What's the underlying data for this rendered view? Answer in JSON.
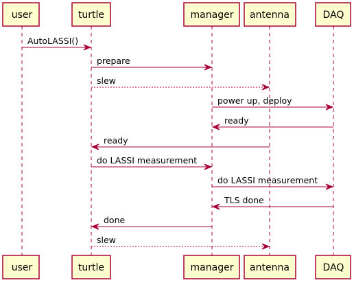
{
  "colors": {
    "box_fill": "#FEFECE",
    "line": "#A80036",
    "text": "#000000"
  },
  "participants": [
    {
      "id": "user",
      "label": "user"
    },
    {
      "id": "turtle",
      "label": "turtle"
    },
    {
      "id": "manager",
      "label": "manager"
    },
    {
      "id": "antenna",
      "label": "antenna"
    },
    {
      "id": "DAQ",
      "label": "DAQ"
    }
  ],
  "messages": [
    {
      "from": "user",
      "to": "turtle",
      "label": "AutoLASSI()",
      "style": "solid"
    },
    {
      "from": "turtle",
      "to": "manager",
      "label": "prepare",
      "style": "solid"
    },
    {
      "from": "turtle",
      "to": "antenna",
      "label": "slew",
      "style": "dashed"
    },
    {
      "from": "manager",
      "to": "DAQ",
      "label": "power up, deploy",
      "style": "solid"
    },
    {
      "from": "DAQ",
      "to": "manager",
      "label": "ready",
      "style": "solid"
    },
    {
      "from": "antenna",
      "to": "turtle",
      "label": "ready",
      "style": "solid"
    },
    {
      "from": "turtle",
      "to": "manager",
      "label": "do LASSI measurement",
      "style": "solid"
    },
    {
      "from": "manager",
      "to": "DAQ",
      "label": "do LASSI measurement",
      "style": "solid"
    },
    {
      "from": "DAQ",
      "to": "manager",
      "label": "TLS done",
      "style": "solid"
    },
    {
      "from": "manager",
      "to": "turtle",
      "label": "done",
      "style": "solid"
    },
    {
      "from": "turtle",
      "to": "antenna",
      "label": "slew",
      "style": "dashed"
    }
  ]
}
